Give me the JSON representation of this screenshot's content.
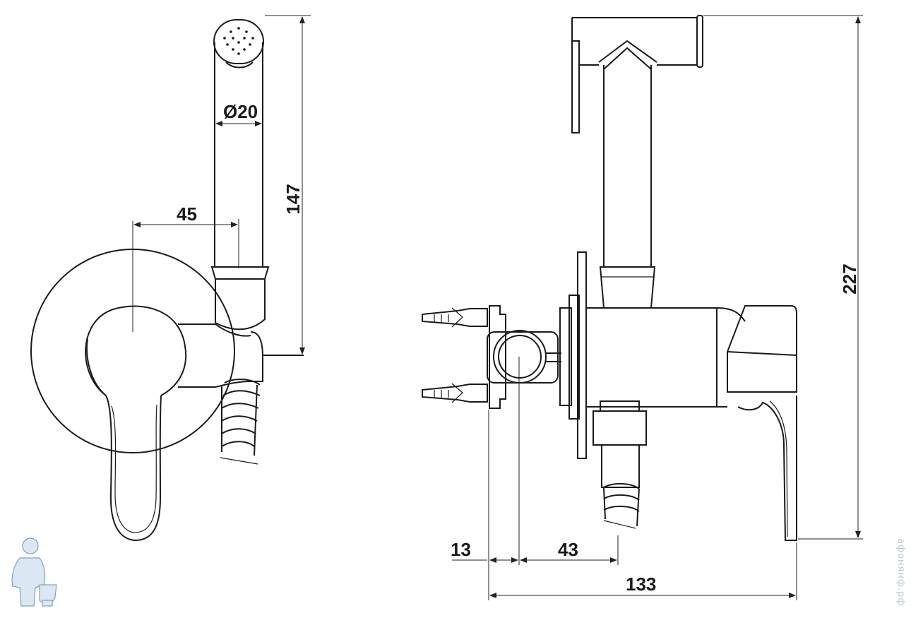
{
  "diagram": {
    "dimensions": {
      "diameter": "Ø20",
      "hose_height": "147",
      "head_offset": "45",
      "total_height": "227",
      "wall_depth": "13",
      "inlet_offset": "43",
      "total_depth": "133"
    },
    "watermark": "афонянф.рф"
  }
}
